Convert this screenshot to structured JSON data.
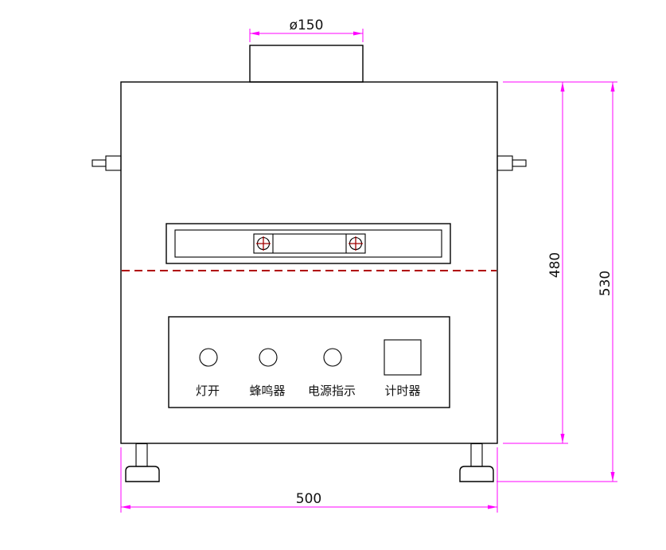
{
  "drawing": {
    "dimensions": {
      "duct_diameter": "ø150",
      "body_height": "480",
      "overall_height": "530",
      "body_width": "500"
    },
    "panel_labels": [
      "灯开",
      "蜂鸣器",
      "电源指示",
      "计时器"
    ],
    "colors": {
      "outline": "#000000",
      "dimension_line": "#ff00ff",
      "door_split_line": "#b00000",
      "screw_cross": "#a00000",
      "background": "#ffffff"
    }
  }
}
